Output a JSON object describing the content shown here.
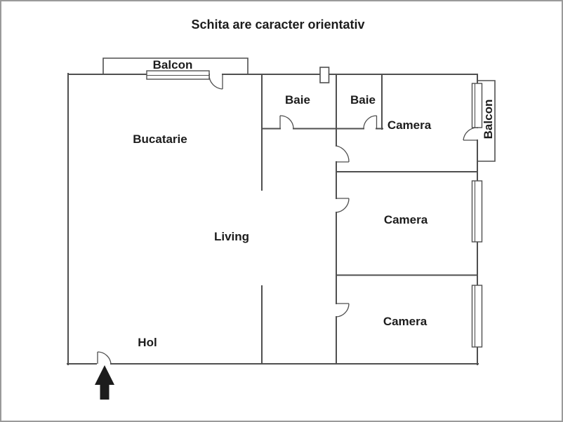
{
  "title": "Schita are caracter orientativ",
  "colors": {
    "wall": "#4f4f4f",
    "text": "#1c1c1c",
    "frame": "#9a9a9a",
    "background": "#ffffff",
    "arrow": "#1c1c1c"
  },
  "rooms": {
    "balcony_top": "Balcon",
    "kitchen": "Bucatarie",
    "bathroom_1": "Baie",
    "bathroom_2": "Baie",
    "bedroom_1": "Camera",
    "bedroom_2": "Camera",
    "bedroom_3": "Camera",
    "balcony_right": "Balcon",
    "living": "Living",
    "hallway": "Hol"
  },
  "icons": {
    "entrance_arrow": "up-arrow"
  }
}
